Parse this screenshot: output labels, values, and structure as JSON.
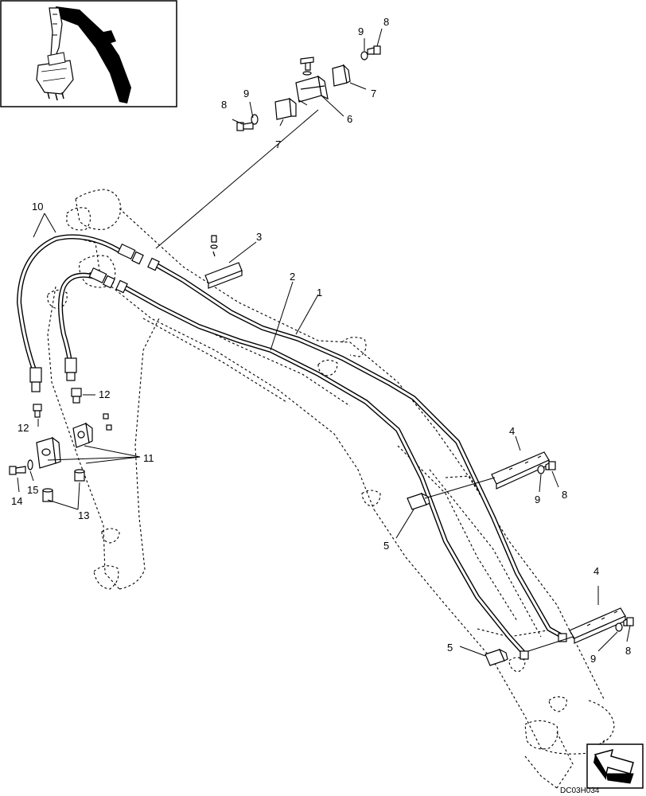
{
  "figure": {
    "drawing_code": "DC03H034",
    "callouts": [
      "1",
      "2",
      "3",
      "4",
      "4",
      "5",
      "5",
      "6",
      "7",
      "7",
      "8",
      "8",
      "8",
      "8",
      "9",
      "9",
      "9",
      "9",
      "10",
      "11",
      "12",
      "12",
      "13",
      "14",
      "15"
    ]
  },
  "icons": {
    "inset": "excavator-arm-inset-icon",
    "nav": "navigation-arrow-icon"
  }
}
